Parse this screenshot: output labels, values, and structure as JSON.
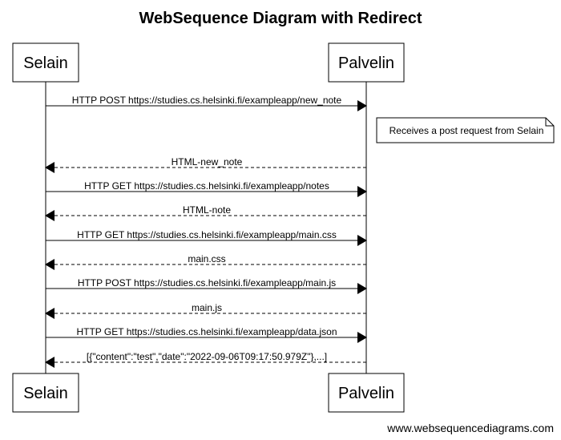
{
  "title": "WebSequence Diagram with Redirect",
  "participants": [
    "Selain",
    "Palvelin"
  ],
  "messages": [
    {
      "from": "Selain",
      "to": "Palvelin",
      "label": "HTTP POST https://studies.cs.helsinki.fi/exampleapp/new_note",
      "style": "solid"
    },
    {
      "from": "Palvelin",
      "to": "Selain",
      "label": "HTML-new_note",
      "style": "dashed"
    },
    {
      "from": "Selain",
      "to": "Palvelin",
      "label": "HTTP GET https://studies.cs.helsinki.fi/exampleapp/notes",
      "style": "solid"
    },
    {
      "from": "Palvelin",
      "to": "Selain",
      "label": "HTML-note",
      "style": "dashed"
    },
    {
      "from": "Selain",
      "to": "Palvelin",
      "label": "HTTP GET https://studies.cs.helsinki.fi/exampleapp/main.css",
      "style": "solid"
    },
    {
      "from": "Palvelin",
      "to": "Selain",
      "label": "main.css",
      "style": "dashed"
    },
    {
      "from": "Selain",
      "to": "Palvelin",
      "label": "HTTP POST https://studies.cs.helsinki.fi/exampleapp/main.js",
      "style": "solid"
    },
    {
      "from": "Palvelin",
      "to": "Selain",
      "label": "main.js",
      "style": "dashed"
    },
    {
      "from": "Selain",
      "to": "Palvelin",
      "label": "HTTP GET https://studies.cs.helsinki.fi/exampleapp/data.json",
      "style": "solid"
    },
    {
      "from": "Palvelin",
      "to": "Selain",
      "label": "[{\"content\":\"test\",\"date\":\"2022-09-06T09:17:50.979Z\"},...]",
      "style": "dashed"
    }
  ],
  "note": {
    "over": "Palvelin",
    "text": "Receives a post request from Selain"
  },
  "watermark": "www.websequencediagrams.com"
}
